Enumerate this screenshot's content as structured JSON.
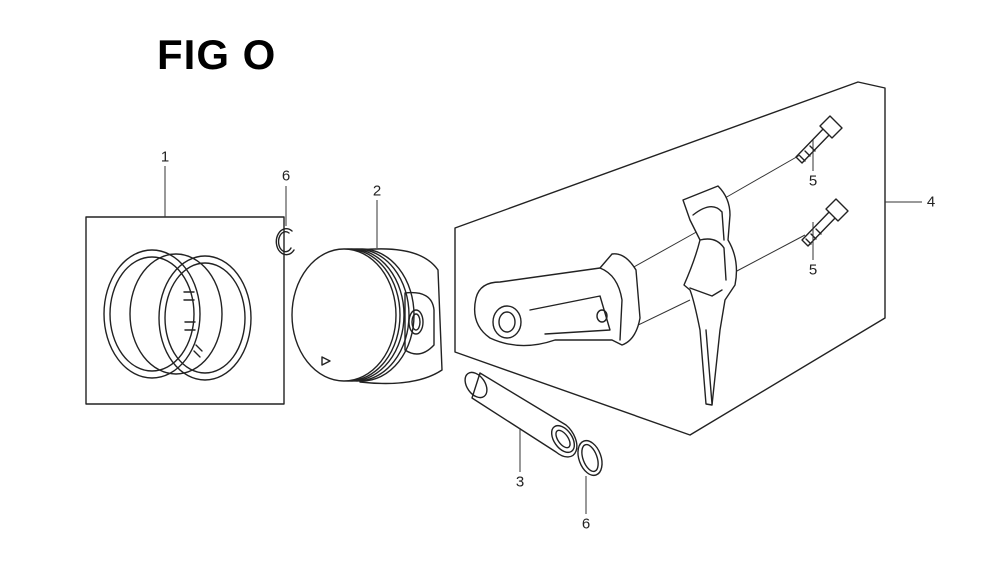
{
  "figure": {
    "title": "FIG O"
  },
  "callouts": {
    "piston_ring_set": "1",
    "piston": "2",
    "piston_pin": "3",
    "connecting_rod_assembly": "4",
    "rod_bolt_upper": "5",
    "rod_bolt_lower": "5",
    "pin_clip_upper": "6",
    "pin_clip_lower": "6"
  }
}
